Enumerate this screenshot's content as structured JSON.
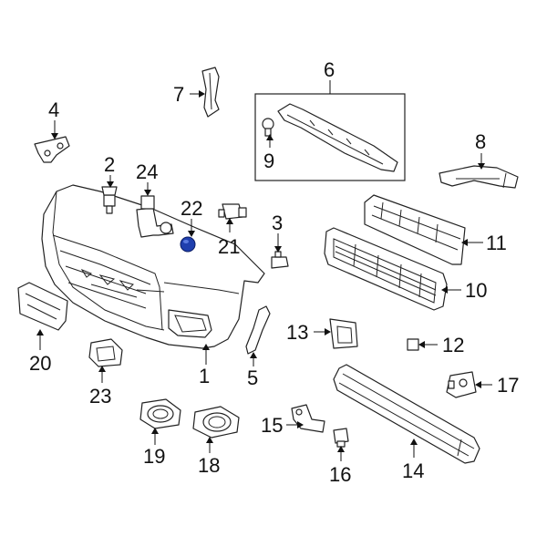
{
  "diagram": {
    "callouts": [
      {
        "id": "c1",
        "label": "1"
      },
      {
        "id": "c2",
        "label": "2"
      },
      {
        "id": "c3",
        "label": "3"
      },
      {
        "id": "c4",
        "label": "4"
      },
      {
        "id": "c5",
        "label": "5"
      },
      {
        "id": "c6",
        "label": "6"
      },
      {
        "id": "c7",
        "label": "7"
      },
      {
        "id": "c8",
        "label": "8"
      },
      {
        "id": "c9",
        "label": "9"
      },
      {
        "id": "c10",
        "label": "10"
      },
      {
        "id": "c11",
        "label": "11"
      },
      {
        "id": "c12",
        "label": "12"
      },
      {
        "id": "c13",
        "label": "13"
      },
      {
        "id": "c14",
        "label": "14"
      },
      {
        "id": "c15",
        "label": "15"
      },
      {
        "id": "c16",
        "label": "16"
      },
      {
        "id": "c17",
        "label": "17"
      },
      {
        "id": "c18",
        "label": "18"
      },
      {
        "id": "c19",
        "label": "19"
      },
      {
        "id": "c20",
        "label": "20"
      },
      {
        "id": "c21",
        "label": "21"
      },
      {
        "id": "c22",
        "label": "22"
      },
      {
        "id": "c23",
        "label": "23"
      },
      {
        "id": "c24",
        "label": "24"
      }
    ],
    "highlight_color": "#1f3fae",
    "highlighted_part": "22"
  }
}
